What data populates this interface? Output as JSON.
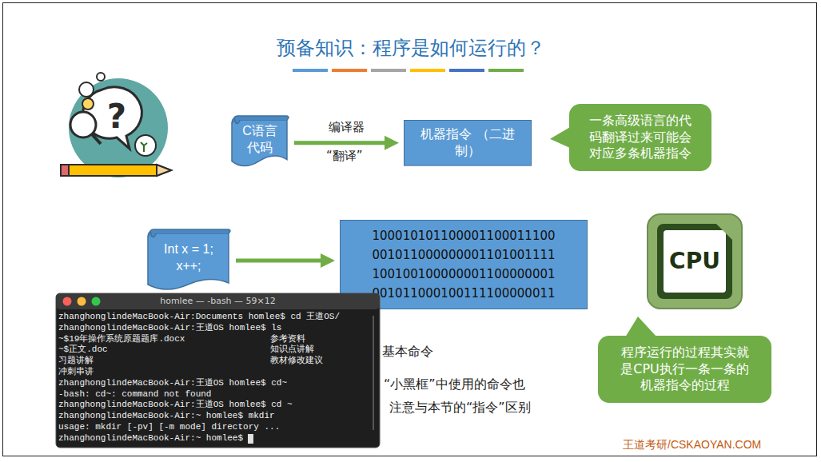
{
  "diagram": {
    "title": "预备知识：程序是如何运行的？",
    "nodes": [
      {
        "text": [
          "C语言 代码"
        ]
      },
      {
        "text": [
          "机器指令 （二进制）"
        ]
      },
      {
        "text": [
          "一条高级语言的代码翻译过来可能会对应多条机器指令"
        ]
      },
      {
        "text": [
          "Int x = 1; x++;"
        ]
      },
      {
        "text": [
          "100010101100001100011100",
          "001011000000001101001111",
          "100100100000001100000001",
          "001011000100111100000011"
        ]
      },
      {
        "text": [
          "CPU"
        ]
      },
      {
        "text": [
          "homlee — -bash — 59×12",
          "zhanghonglindeMacBook-Air:Documents homlee$ cd 王道OS/",
          "zhanghonglindeMacBook-Air:王道OS homlee$ ls",
          "~$19年操作系统原题题库.docx",
          "参考资料",
          "~$正文.doc",
          "知识点讲解",
          "习题讲解",
          "教材修改建议",
          "冲刺串讲",
          "zhanghonglindeMacBook-Air:王道OS homlee$ cd~",
          "-bash: cd~: command not found",
          "zhanghonglindeMacBook-Air:王道OS homlee$ cd ~",
          "zhanghonglindeMacBook-Air:~ homlee$ mkdir",
          "usage: mkdir [-pv] [-m mode] directory ...",
          "zhanghonglindeMacBook-Air:~ homlee$"
        ]
      },
      {
        "text": [
          "程序运行的过程其实就是CPU执行一条一条的机器指令的过程"
        ]
      }
    ],
    "edges": [
      {
        "from": 0,
        "to": 1,
        "arrow": "to",
        "label": "编译器"
      },
      {
        "from": 3,
        "to": 4,
        "arrow": "to"
      }
    ],
    "labels": [
      "“翻译”",
      "基本命令",
      "“小黑框”中使用的命令也",
      "注意与本节的“指令”区别",
      "王道考研/CSKAOYAN.COM"
    ]
  }
}
